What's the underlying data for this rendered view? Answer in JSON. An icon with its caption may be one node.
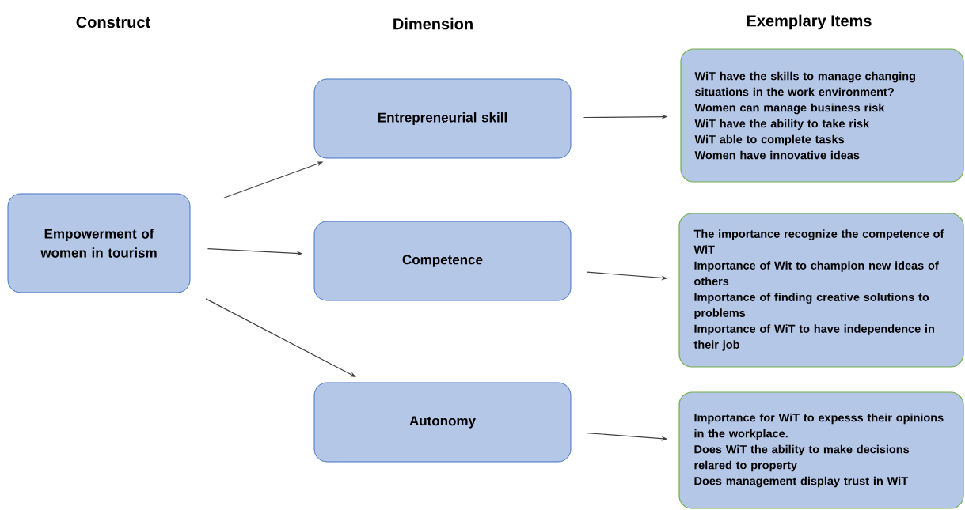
{
  "diagram": {
    "nodes": [
      {
        "text": [
          "Empowerment of women in tourism"
        ]
      },
      {
        "text": [
          "Entrepreneurial skill"
        ]
      },
      {
        "text": [
          "Competence"
        ]
      },
      {
        "text": [
          "Autonomy"
        ]
      },
      {
        "text": [
          "WiT have the skills to manage changing situations in the work environment?",
          "Women can manage business risk",
          "WiT have the ability to take risk",
          "WiT able to complete tasks",
          "Women have innovative ideas"
        ]
      },
      {
        "text": [
          "The importance recognize the competence of WiT",
          "Importance of Wit to champion new ideas of others",
          "Importance of finding creative solutions to problems",
          "Importance of WiT to have independence in their job"
        ]
      },
      {
        "text": [
          "Importance for WiT to expesss their opinions in the workplace.",
          "Does WiT the ability to make decisions relared to property",
          "Does management display trust in WiT"
        ]
      }
    ],
    "edges": [
      {
        "from": 0,
        "to": 1,
        "arrow": "to"
      },
      {
        "from": 0,
        "to": 2,
        "arrow": "to"
      },
      {
        "from": 0,
        "to": 3,
        "arrow": "to"
      },
      {
        "from": 1,
        "to": 4,
        "arrow": "to"
      },
      {
        "from": 2,
        "to": 5,
        "arrow": "to"
      },
      {
        "from": 3,
        "to": 6,
        "arrow": "to"
      }
    ],
    "labels": [
      "Construct",
      "Dimension",
      "Exemplary Items"
    ]
  }
}
